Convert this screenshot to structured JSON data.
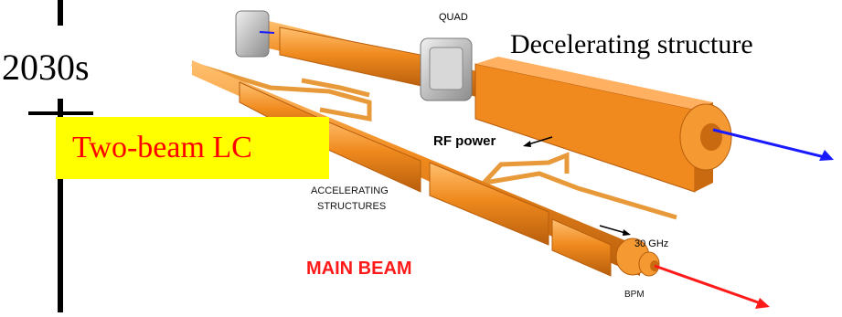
{
  "timeline": {
    "year": "2030s"
  },
  "labels": {
    "decelerating_structure": "Decelerating structure",
    "two_beam": "Two-beam LC",
    "quad": "QUAD",
    "rf_power": "RF power",
    "frequency": "30 GHz",
    "accelerating_line1": "ACCELERATING",
    "accelerating_line2": "STRUCTURES",
    "main_beam": "MAIN BEAM",
    "bpm": "BPM"
  },
  "colors": {
    "structure": "#f08a1e",
    "structure_dark": "#c96a10",
    "waveguide": "#e89a3a",
    "quad_body": "#c8c8c8",
    "highlight": "#ffff00",
    "drive_beam_arrow": "#1a1aff",
    "main_beam_arrow": "#ff1a1a",
    "accent_text": "#ff0000"
  }
}
